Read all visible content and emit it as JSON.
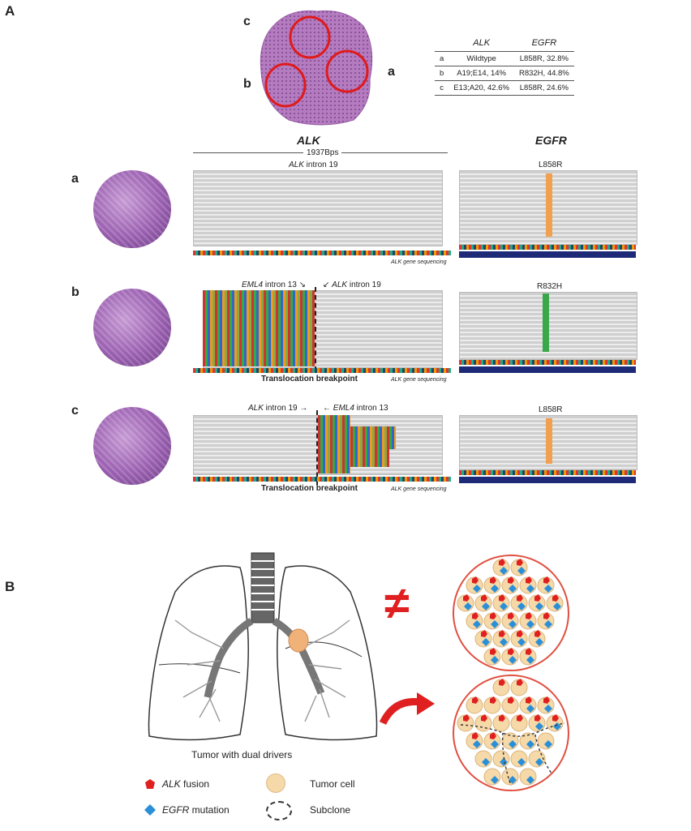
{
  "panel_a": {
    "letter": "A",
    "slide_labels": {
      "a": "a",
      "b": "b",
      "c": "c"
    },
    "table": {
      "headers": [
        "",
        "ALK",
        "EGFR"
      ],
      "rows": [
        [
          "a",
          "Wildtype",
          "L858R, 32.8%"
        ],
        [
          "b",
          "A19;E14, 14%",
          "R832H, 44.8%"
        ],
        [
          "c",
          "E13;A20, 42.6%",
          "L858R, 24.6%"
        ]
      ]
    },
    "alk_header": "ALK",
    "egfr_header": "EGFR",
    "bp_length": "1937Bps",
    "rows": [
      {
        "label": "a",
        "alk_title_gene": "ALK",
        "alk_title_rest": " intron 19",
        "egfr_mut": "L858R",
        "seq_caption": "ALK gene sequencing"
      },
      {
        "label": "b",
        "left_gene": "EML4",
        "left_rest": " intron 13",
        "right_gene": "ALK",
        "right_rest": " intron 19",
        "egfr_mut": "R832H",
        "breakpoint": "Translocation breakpoint",
        "seq_caption": "ALK gene sequencing"
      },
      {
        "label": "c",
        "left_gene": "ALK",
        "left_rest": " intron 19",
        "right_gene": "EML4",
        "right_rest": " intron 13",
        "egfr_mut": "L858R",
        "breakpoint": "Translocation breakpoint",
        "seq_caption": "ALK gene sequencing"
      }
    ]
  },
  "panel_b": {
    "letter": "B",
    "caption": "Tumor with dual drivers",
    "not_equal_symbol": "≠",
    "legend": {
      "alk_gene": "ALK",
      "alk_rest": " fusion",
      "egfr_gene": "EGFR",
      "egfr_rest": " mutation",
      "tumor_cell": "Tumor cell",
      "subclone": "Subclone"
    },
    "colors": {
      "alk": "#e02020",
      "egfr": "#2a8fd6",
      "tumor_cell": "#f6d9a8"
    }
  }
}
